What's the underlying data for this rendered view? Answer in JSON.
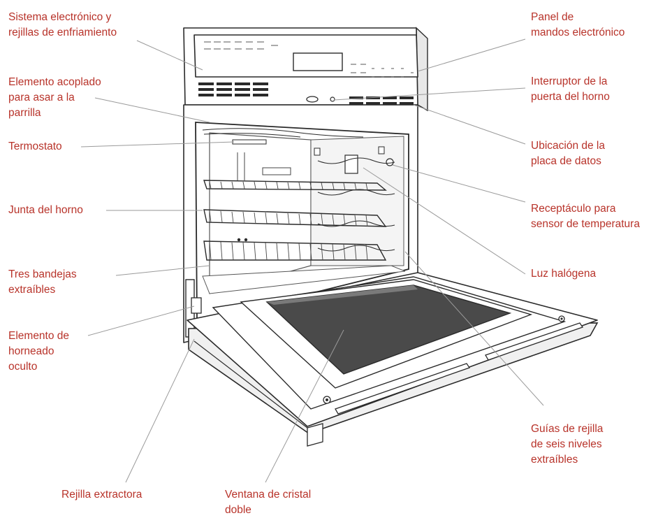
{
  "labels": {
    "sistema": "Sistema electrónico y\nrejillas de enfriamiento",
    "elemento_acoplado": "Elemento acoplado\npara asar a la\nparrilla",
    "termostato": "Termostato",
    "junta": "Junta del horno",
    "bandejas": "Tres bandejas\nextraíbles",
    "horneado": "Elemento de\nhorneado\noculto",
    "rejilla_extractora": "Rejilla extractora",
    "ventana": "Ventana de cristal\ndoble",
    "panel": "Panel de\n mandos electrónico",
    "interruptor": "Interruptor de la\npuerta del horno",
    "placa": "Ubicación de la\nplaca de datos",
    "receptaculo": "Receptáculo para\nsensor de temperatura",
    "luz": "Luz halógena",
    "guias": "Guías de rejilla\nde seis niveles\nextraíbles"
  },
  "colors": {
    "label_text": "#b8332a",
    "leader_line": "#9a9a9a",
    "outline": "#2a2a2a",
    "door_glass": "#4a4a4a"
  }
}
